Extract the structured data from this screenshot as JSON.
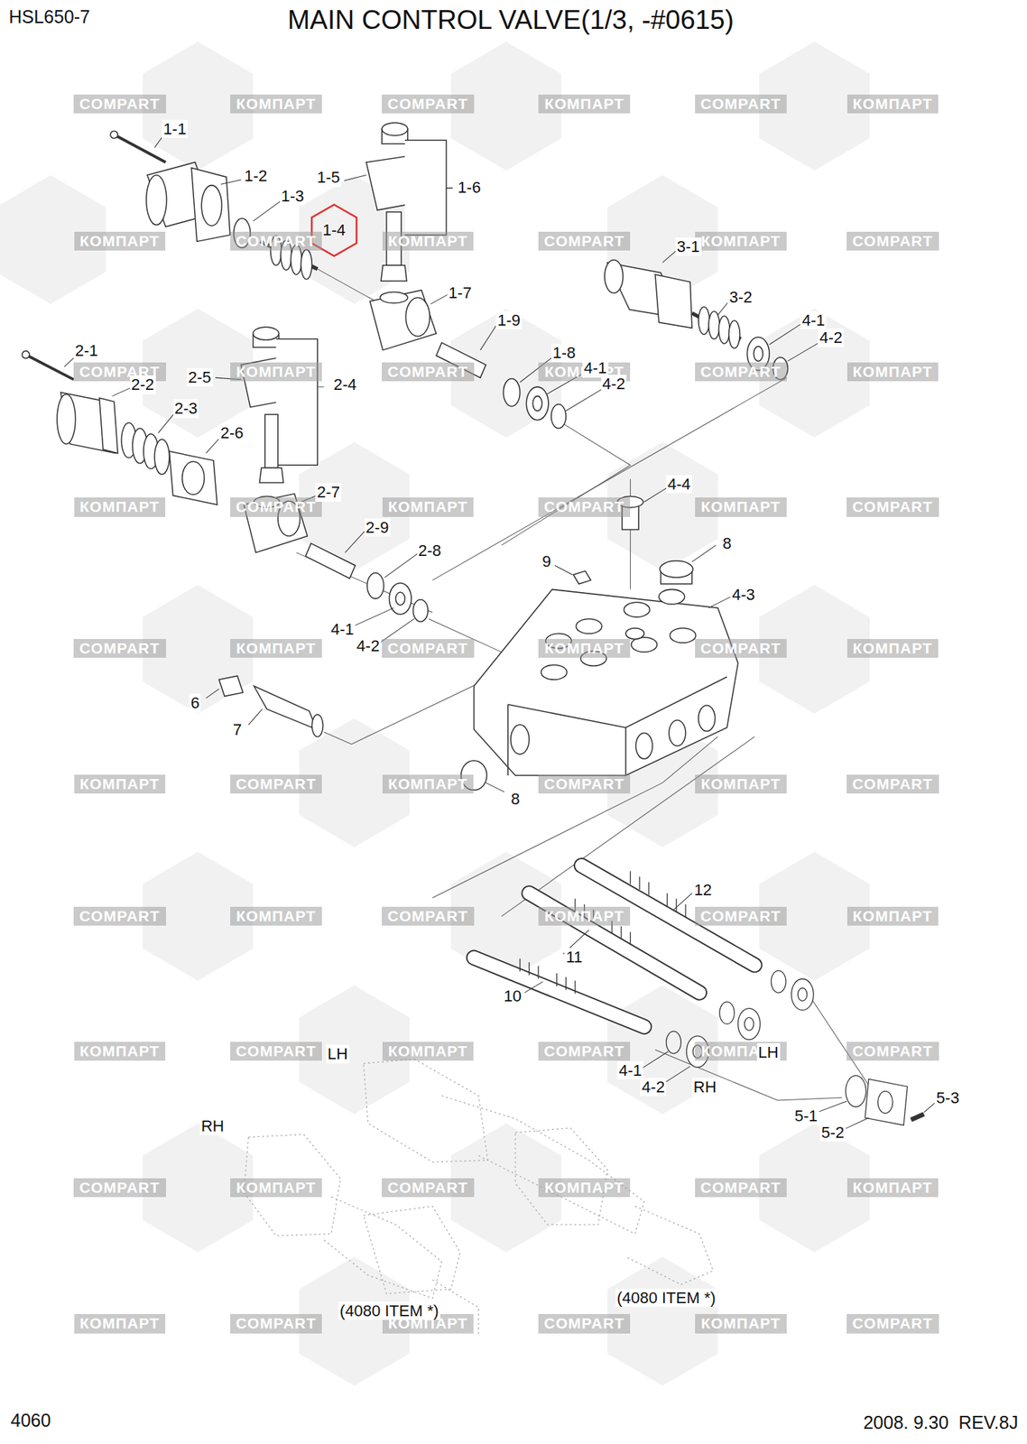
{
  "diagram": {
    "title": "MAIN CONTROL VALVE(1/3, -#0615)",
    "nodes": [
      {
        "text": [
          "1-4"
        ]
      }
    ],
    "labels": [
      "HSL650-7",
      "1-1",
      "1-2",
      "1-3",
      "1-5",
      "1-6",
      "1-7",
      "1-9",
      "1-8",
      "4-1",
      "4-2",
      "3-1",
      "3-2",
      "4-1",
      "4-2",
      "2-1",
      "2-2",
      "2-5",
      "2-4",
      "2-3",
      "2-6",
      "2-7",
      "2-9",
      "2-8",
      "4-1",
      "4-2",
      "4-4",
      "8",
      "9",
      "4-3",
      "6",
      "7",
      "8",
      "12",
      "11",
      "10",
      "LH",
      "LH",
      "4-1",
      "4-2",
      "RH",
      "RH",
      "5-3",
      "5-1",
      "5-2",
      "(4080 ITEM *)",
      "(4080 ITEM *)",
      "4060",
      "2008. 9.30  REV.8J",
      "COMPART",
      "КОМПАРТ",
      "COMPART",
      "КОМПАРТ",
      "COMPART",
      "КОМПАРТ",
      "КОМПАРТ",
      "COMPART",
      "КОМПАРТ",
      "COMPART",
      "КОМПАРТ",
      "COMPART",
      "COMPART",
      "КОМПАРТ",
      "COMPART",
      "КОМПАРТ",
      "COMPART",
      "КОМПАРТ",
      "КОМПАРТ",
      "COMPART",
      "КОМПАРТ",
      "COMPART",
      "КОМПАРТ",
      "COMPART",
      "COMPART",
      "КОМПАРТ",
      "COMPART",
      "КОМПАРТ",
      "COMPART",
      "КОМПАРТ",
      "КОМПАРТ",
      "COMPART",
      "КОМПАРТ",
      "COMPART",
      "КОМПАРТ",
      "COMPART",
      "COMPART",
      "КОМПАРТ",
      "COMPART",
      "КОМПАРТ",
      "COMPART",
      "КОМПАРТ",
      "КОМПАРТ",
      "COMPART",
      "КОМПАРТ",
      "COMPART",
      "КОМПАРТ",
      "COMPART",
      "COMPART",
      "КОМПАРТ",
      "COMPART",
      "КОМПАРТ",
      "COMPART",
      "КОМПАРТ",
      "КОМПАРТ",
      "COMPART",
      "КОМПАРТ",
      "COMPART",
      "КОМПАРТ",
      "COMPART"
    ]
  }
}
